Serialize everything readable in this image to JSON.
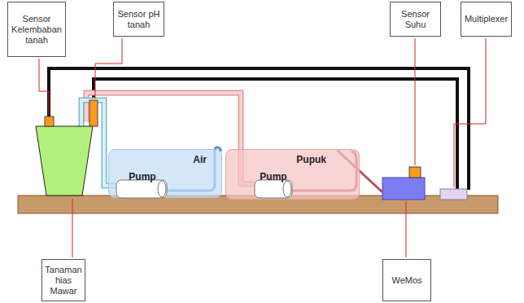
{
  "diagram": {
    "nodes": [
      {
        "text": [
          "Sensor Kelembaban tanah"
        ]
      },
      {
        "text": [
          "Sensor pH tanah"
        ]
      },
      {
        "text": [
          "Sensor Suhu"
        ]
      },
      {
        "text": [
          "Multiplexer"
        ]
      },
      {
        "text": [
          "Air"
        ]
      },
      {
        "text": [
          "Pump"
        ],
        "in": 4
      },
      {
        "text": [
          "Pupuk"
        ]
      },
      {
        "text": [
          "Pump"
        ],
        "in": 6
      },
      {
        "text": [
          "Tanaman hias Mawar"
        ]
      },
      {
        "text": [
          "WeMos"
        ]
      }
    ]
  }
}
